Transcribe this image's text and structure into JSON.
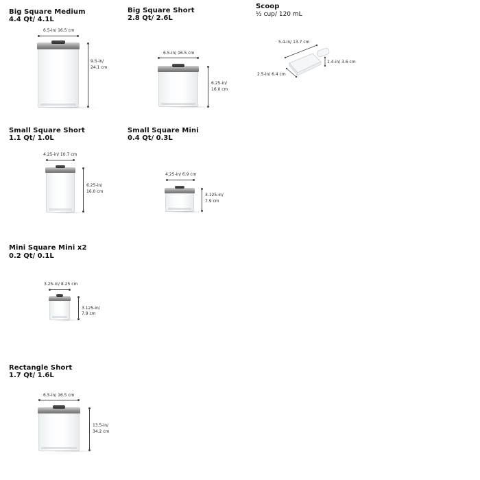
{
  "products": [
    {
      "id": "big-square-medium",
      "name": "Big Square Medium",
      "capacity": "4.4 Qt/ 4.1L",
      "width": "6.5-in/ 16.5 cm",
      "height_in": "9.5-in/",
      "height_cm": "24.1 cm"
    },
    {
      "id": "big-square-short",
      "name": "Big Square Short",
      "capacity": "2.8 Qt/ 2.6L",
      "width": "6.5-in/ 16.5 cm",
      "height_in": "6.25-in/",
      "height_cm": "16.0 cm"
    },
    {
      "id": "scoop",
      "name": "Scoop",
      "capacity": "½ cup/ 120 mL",
      "length": "5.4-in/ 13.7 cm",
      "width": "2.5-in/ 6.4 cm",
      "depth": "1.4-in/ 3.6 cm"
    },
    {
      "id": "small-square-short",
      "name": "Small Square Short",
      "capacity": "1.1 Qt/ 1.0L",
      "width": "4.25-in/ 10.7 cm",
      "height_in": "6.25-in/",
      "height_cm": "16.0 cm"
    },
    {
      "id": "small-square-mini",
      "name": "Small Square Mini",
      "capacity": "0.4 Qt/ 0.3L",
      "width": "4.25-in/ 6.9 cm",
      "height_in": "3.125-in/",
      "height_cm": "7.9 cm"
    },
    {
      "id": "mini-square-mini",
      "name": "Mini Square Mini x2",
      "capacity": "0.2 Qt/ 0.1L",
      "width": "3.25-in/ 8.25 cm",
      "height_in": "3.125-in/",
      "height_cm": "7.9 cm"
    },
    {
      "id": "rectangle-short",
      "name": "Rectangle Short",
      "capacity": "1.7 Qt/ 1.6L",
      "width": "6.5-in/ 16.5 cm",
      "height_in": "13.5-in/",
      "height_cm": "34.2 cm"
    }
  ],
  "colors": {
    "lid_metal": "#8d8d8d",
    "knob": "#2d2d2d",
    "text": "#111111"
  },
  "icons": [
    "container-image",
    "scoop-image"
  ]
}
